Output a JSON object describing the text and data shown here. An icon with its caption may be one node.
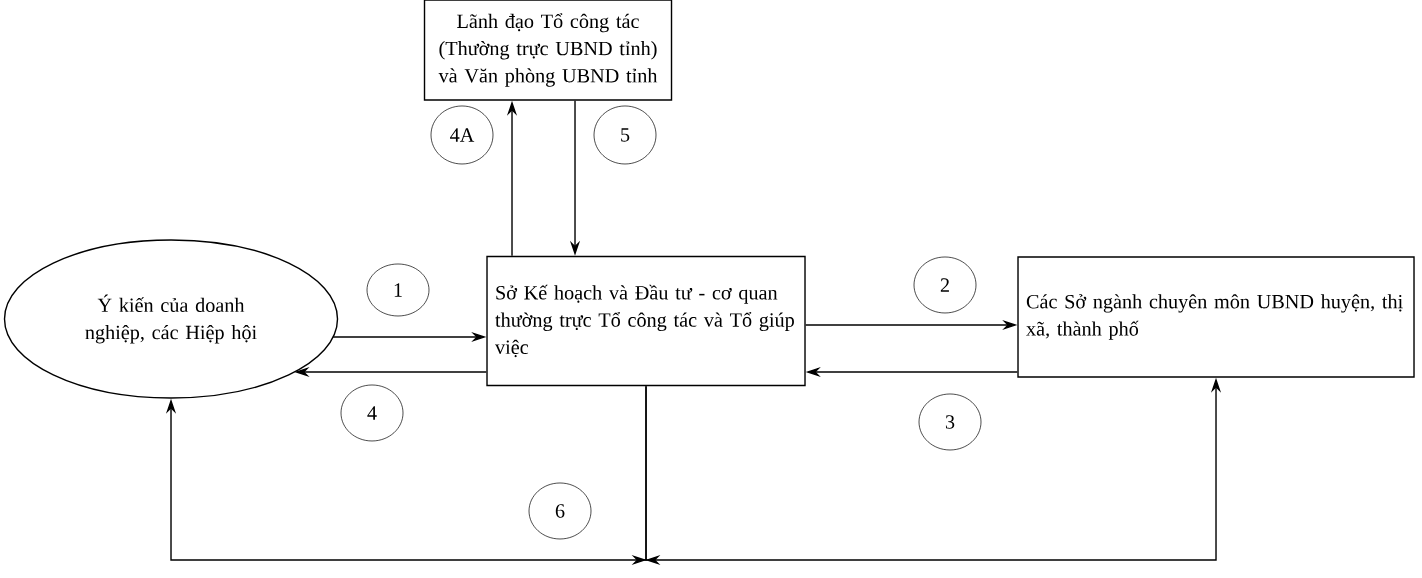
{
  "diagram": {
    "nodes": [
      {
        "text": [
          "Lãnh đạo Tổ công tác (Thường trực UBND tỉnh) và Văn phòng UBND tỉnh"
        ]
      },
      {
        "text": [
          "4A"
        ]
      },
      {
        "text": [
          "5"
        ]
      },
      {
        "text": [
          "Ý kiến của doanh nghiệp, các Hiệp hội"
        ]
      },
      {
        "text": [
          "1"
        ]
      },
      {
        "text": [
          "Sở Kế hoạch và Đầu tư - cơ quan thường trực Tổ công tác và Tổ giúp việc"
        ]
      },
      {
        "text": [
          "2"
        ]
      },
      {
        "text": [
          "Các Sở ngành chuyên môn UBND huyện, thị xã, thành phố"
        ]
      },
      {
        "text": [
          "4"
        ]
      },
      {
        "text": [
          "3"
        ]
      },
      {
        "text": [
          "6"
        ]
      }
    ],
    "edges": [
      {
        "from": 5,
        "to": 0,
        "arrow": "to"
      },
      {
        "from": 0,
        "to": 5,
        "arrow": "to"
      },
      {
        "from": 3,
        "to": 5,
        "arrow": "to"
      },
      {
        "from": 5,
        "to": 3,
        "arrow": "to"
      },
      {
        "from": 5,
        "to": 7,
        "arrow": "to"
      },
      {
        "from": 7,
        "to": 5,
        "arrow": "to"
      },
      {
        "from": 5,
        "to": 3,
        "arrow": "to"
      },
      {
        "from": 5,
        "to": 7,
        "arrow": "to"
      }
    ]
  }
}
